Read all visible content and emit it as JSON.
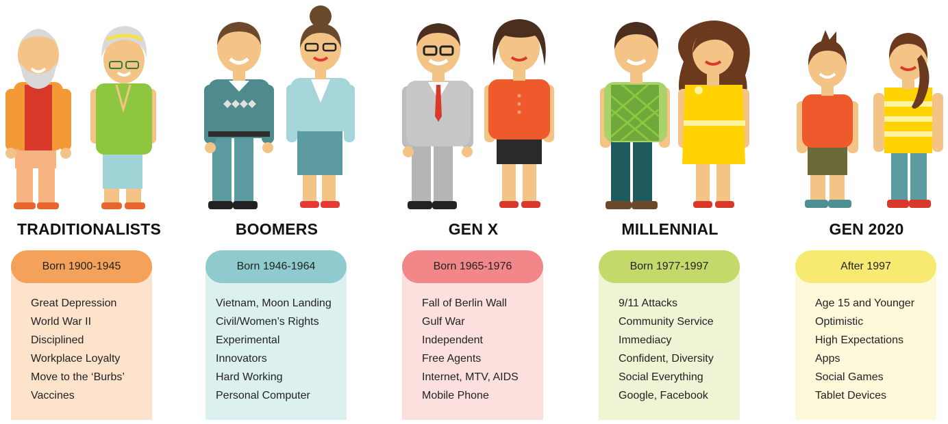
{
  "generations": [
    {
      "name": "TRADITIONALISTS",
      "born": "Born 1900-1945",
      "pill_color": "#F4A259",
      "body_color": "#FDE3CC",
      "traits": [
        "Great Depression",
        "World War II",
        "Disciplined",
        "Workplace Loyalty",
        "Move to the ‘Burbs’",
        "Vaccines"
      ]
    },
    {
      "name": "BOOMERS",
      "born": "Born 1946-1964",
      "pill_color": "#8FCBCE",
      "body_color": "#DDF0F0",
      "traits": [
        "Vietnam, Moon Landing",
        "Civil/Women’s Rights",
        "Experimental",
        "Innovators",
        "Hard Working",
        "Personal Computer"
      ]
    },
    {
      "name": "GEN X",
      "born": "Born 1965-1976",
      "pill_color": "#F2878A",
      "body_color": "#FCE0DE",
      "traits": [
        "Fall of Berlin Wall",
        "Gulf War",
        "Independent",
        "Free Agents",
        "Internet, MTV, AIDS",
        "Mobile Phone"
      ]
    },
    {
      "name": "MILLENNIAL",
      "born": "Born 1977-1997",
      "pill_color": "#C3DA6A",
      "body_color": "#EEF5D4",
      "traits": [
        "9/11 Attacks",
        "Community Service",
        "Immediacy",
        "Confident, Diversity",
        "Social Everything",
        "Google, Facebook"
      ]
    },
    {
      "name": "GEN 2020",
      "born": "After 1997",
      "pill_color": "#F6EB70",
      "body_color": "#FDF9DA",
      "traits": [
        "Age 15 and Younger",
        "Optimistic",
        "High Expectations",
        "Apps",
        "Social Games",
        "Tablet Devices"
      ]
    }
  ]
}
